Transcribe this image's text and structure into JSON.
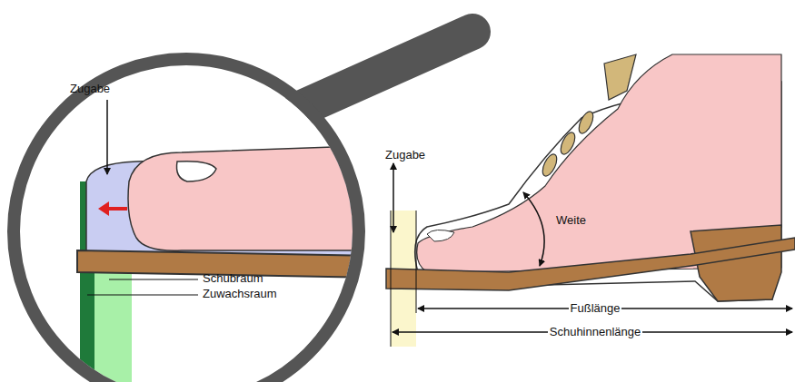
{
  "diagram": {
    "labels": [
      "Zugabe",
      "Schubraum",
      "Zuwachsraum",
      "Zugabe",
      "Weite",
      "Fußlänge",
      "Schuhinnenlänge"
    ]
  }
}
